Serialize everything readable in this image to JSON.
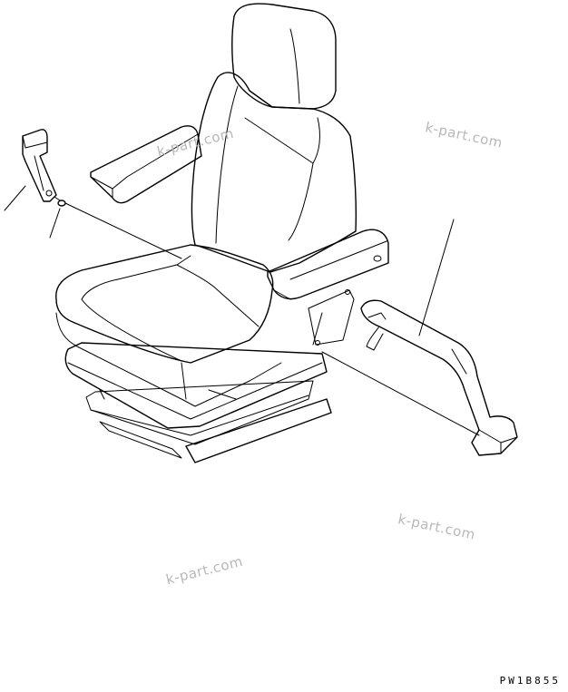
{
  "watermarks": [
    {
      "text": "k-part.com"
    },
    {
      "text": "k-part.com"
    },
    {
      "text": "k-part.com"
    },
    {
      "text": "k-part.com"
    }
  ],
  "drawing_code": "PW1B855"
}
